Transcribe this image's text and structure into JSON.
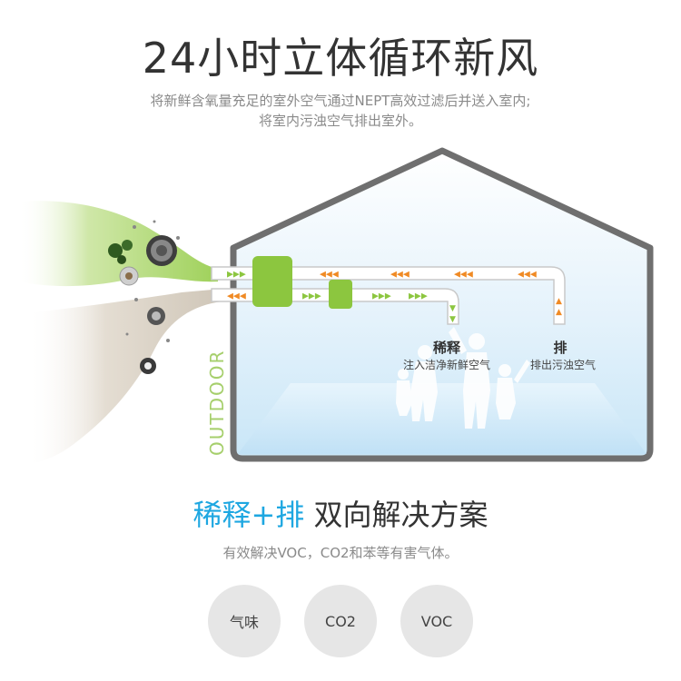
{
  "header": {
    "title": "24小时立体循环新风",
    "subtitle_line1": "将新鲜含氧量充足的室外空气通过NEPT高效过滤后并送入室内;",
    "subtitle_line2": "将室内污浊空气排出室外。"
  },
  "diagram": {
    "outdoor_label": "OUTDOOR",
    "dilute_title": "稀释",
    "dilute_desc": "注入洁净新鲜空气",
    "exhaust_title": "排",
    "exhaust_desc": "排出污浊空气",
    "colors": {
      "house_border": "#6f6f6f",
      "duct_green": "#8cc63f",
      "arrow_orange": "#f08a24",
      "arrow_green": "#8cc63f",
      "room_blue": "#cfe9f8"
    }
  },
  "solution": {
    "headline_accent": "稀释+排",
    "headline_rest": " 双向解决方案",
    "description": "有效解决VOC，CO2和苯等有害气体。"
  },
  "pollutants": [
    {
      "label": "气味"
    },
    {
      "label": "CO2"
    },
    {
      "label": "VOC"
    }
  ]
}
